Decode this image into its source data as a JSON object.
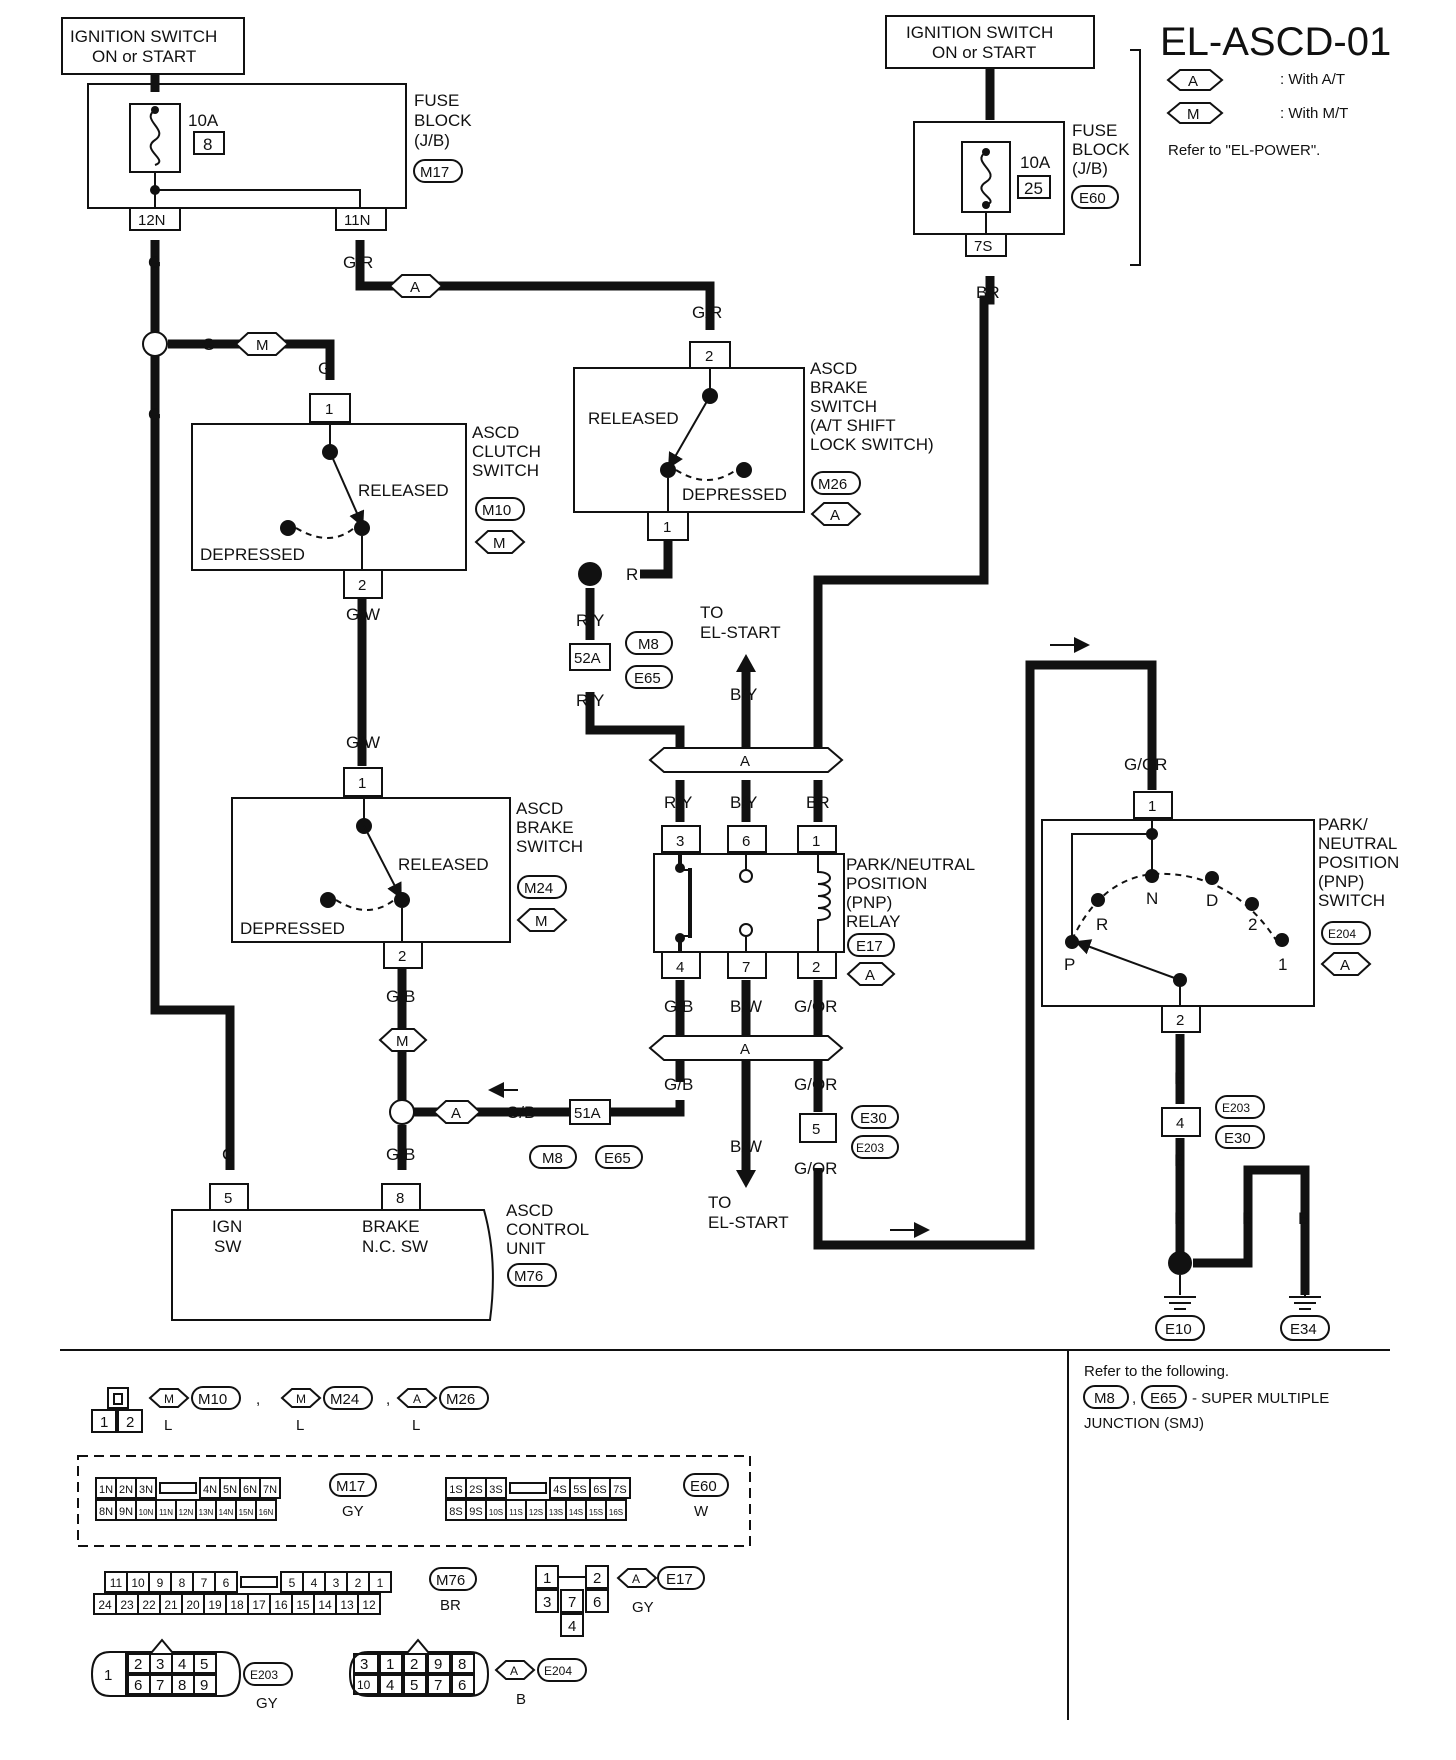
{
  "title": "EL-ASCD-01",
  "legend": {
    "at_code": "A",
    "at_text": ": With A/T",
    "mt_code": "M",
    "mt_text": ": With M/T",
    "refer": "Refer to \"EL-POWER\"."
  },
  "ign_left": {
    "line1": "IGNITION SWITCH",
    "line2": "ON or START"
  },
  "ign_right": {
    "line1": "IGNITION SWITCH",
    "line2": "ON or START"
  },
  "fuse_left": {
    "amps": "10A",
    "num": "8",
    "name1": "FUSE",
    "name2": "BLOCK",
    "name3": "(J/B)",
    "conn": "M17",
    "pin_a": "12N",
    "pin_b": "11N"
  },
  "fuse_right": {
    "amps": "10A",
    "num": "25",
    "name1": "FUSE",
    "name2": "BLOCK",
    "name3": "(J/B)",
    "conn": "E60",
    "pin": "7S"
  },
  "wires": {
    "g": "G",
    "gr": "G/R",
    "br": "BR",
    "gw": "G/W",
    "gb": "G/B",
    "r": "R",
    "ry": "R/Y",
    "by": "B/Y",
    "bw": "B/W",
    "gor": "G/OR",
    "b": "B"
  },
  "clutch_switch": {
    "name1": "ASCD",
    "name2": "CLUTCH",
    "name3": "SWITCH",
    "released": "RELEASED",
    "depressed": "DEPRESSED",
    "conn": "M10",
    "opt": "M",
    "pin_in": "1",
    "pin_out": "2"
  },
  "brake_switch_at": {
    "name1": "ASCD",
    "name2": "BRAKE",
    "name3": "SWITCH",
    "name4": "(A/T SHIFT",
    "name5": "LOCK SWITCH)",
    "released": "RELEASED",
    "depressed": "DEPRESSED",
    "conn": "M26",
    "opt": "A",
    "pin_in": "2",
    "pin_out": "1"
  },
  "brake_switch_mt": {
    "name1": "ASCD",
    "name2": "BRAKE",
    "name3": "SWITCH",
    "released": "RELEASED",
    "depressed": "DEPRESSED",
    "conn": "M24",
    "opt": "M",
    "pin_in": "1",
    "pin_out": "2"
  },
  "junction_52a": {
    "pin": "52A",
    "conn1": "M8",
    "conn2": "E65"
  },
  "junction_51a": {
    "pin": "51A",
    "conn1": "M8",
    "conn2": "E65"
  },
  "to_el_start_top": {
    "line1": "TO",
    "line2": "EL-START"
  },
  "to_el_start_bottom": {
    "line1": "TO",
    "line2": "EL-START"
  },
  "pnp_relay": {
    "name1": "PARK/NEUTRAL",
    "name2": "POSITION",
    "name3": "(PNP)",
    "name4": "RELAY",
    "conn": "E17",
    "opt": "A",
    "pins_top": [
      "3",
      "6",
      "1"
    ],
    "pins_bottom": [
      "4",
      "7",
      "2"
    ]
  },
  "pnp_switch": {
    "name1": "PARK/",
    "name2": "NEUTRAL",
    "name3": "POSITION",
    "name4": "(PNP)",
    "name5": "SWITCH",
    "conn": "E204",
    "opt": "A",
    "pin_in": "1",
    "pin_out": "2",
    "positions": [
      "P",
      "R",
      "N",
      "D",
      "2",
      "1"
    ]
  },
  "connector_e30": {
    "pin": "5",
    "conn1": "E30",
    "conn2": "E203"
  },
  "connector_e203": {
    "pin": "4",
    "conn1": "E203",
    "conn2": "E30"
  },
  "grounds": [
    "E10",
    "E34"
  ],
  "harness_opt": "A",
  "control_unit": {
    "name1": "ASCD",
    "name2": "CONTROL",
    "name3": "UNIT",
    "conn": "M76",
    "pin_ign": "5",
    "ign1": "IGN",
    "ign2": "SW",
    "pin_brake": "8",
    "brake1": "BRAKE",
    "brake2": "N.C. SW"
  },
  "refer_box": {
    "line1": "Refer to the following.",
    "c1": "M8",
    "c2": "E65",
    "text": "- SUPER MULTIPLE",
    "text2": "JUNCTION (SMJ)"
  },
  "connectors_ref": {
    "r1_opts": [
      "M",
      "M",
      "A"
    ],
    "r1_conns": [
      "M10",
      "M24",
      "M26"
    ],
    "r1_colors": [
      "L",
      "L",
      "L"
    ],
    "r1_pins": [
      "1",
      "2"
    ],
    "m17_top": [
      "1N",
      "2N",
      "3N",
      "4N",
      "5N",
      "6N",
      "7N"
    ],
    "m17_bottom": [
      "8N",
      "9N",
      "10N",
      "11N",
      "12N",
      "13N",
      "14N",
      "15N",
      "16N"
    ],
    "m17": "M17",
    "m17_color": "GY",
    "e60_top": [
      "1S",
      "2S",
      "3S",
      "4S",
      "5S",
      "6S",
      "7S"
    ],
    "e60_bottom": [
      "8S",
      "9S",
      "10S",
      "11S",
      "12S",
      "13S",
      "14S",
      "15S",
      "16S"
    ],
    "e60": "E60",
    "e60_color": "W",
    "m76_top": [
      "11",
      "10",
      "9",
      "8",
      "7",
      "6",
      "5",
      "4",
      "3",
      "2",
      "1"
    ],
    "m76_bottom": [
      "24",
      "23",
      "22",
      "21",
      "20",
      "19",
      "18",
      "17",
      "16",
      "15",
      "14",
      "13",
      "12"
    ],
    "m76": "M76",
    "m76_color": "BR",
    "e17_pins": [
      "1",
      "2",
      "3",
      "7",
      "6",
      "4"
    ],
    "e17_opt": "A",
    "e17": "E17",
    "e17_color": "GY",
    "e203_pins": [
      "1",
      "2",
      "3",
      "4",
      "5",
      "6",
      "7",
      "8",
      "9"
    ],
    "e203": "E203",
    "e203_color": "GY",
    "e204_pins": [
      "3",
      "1",
      "2",
      "9",
      "8",
      "10",
      "4",
      "5",
      "7",
      "6"
    ],
    "e204_opt": "A",
    "e204": "E204",
    "e204_color": "B"
  }
}
